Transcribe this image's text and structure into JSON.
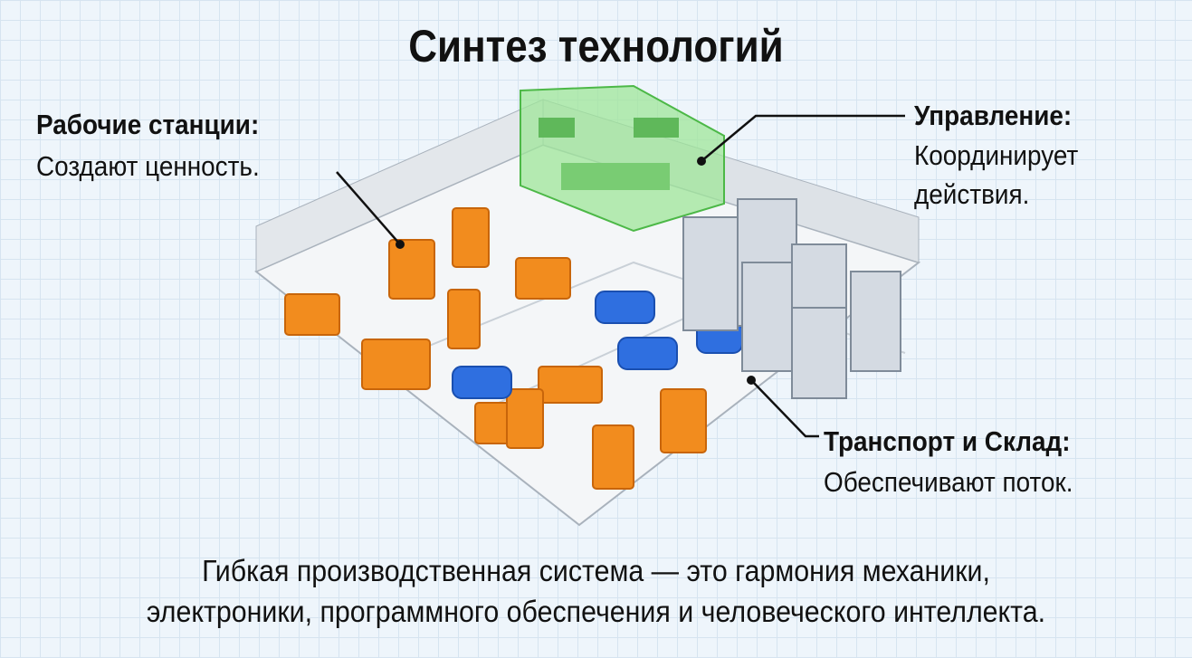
{
  "title": "Синтез технологий",
  "workstations": {
    "heading": "Рабочие станции:",
    "text": "Создают ценность."
  },
  "control": {
    "heading": "Управление:",
    "line1": "Координирует",
    "line2": "действия."
  },
  "transport": {
    "heading": "Транспорт и Склад:",
    "text": "Обеспечивают поток."
  },
  "caption": {
    "line1": "Гибкая производственная система — это гармония механики,",
    "line2": "электроники, программного обеспечения и человеческого интеллекта."
  },
  "colors": {
    "machines": "#f28c1e",
    "agv": "#2f6fe0",
    "control_room": "#8fe08a",
    "shelves": "#8a96a6"
  }
}
